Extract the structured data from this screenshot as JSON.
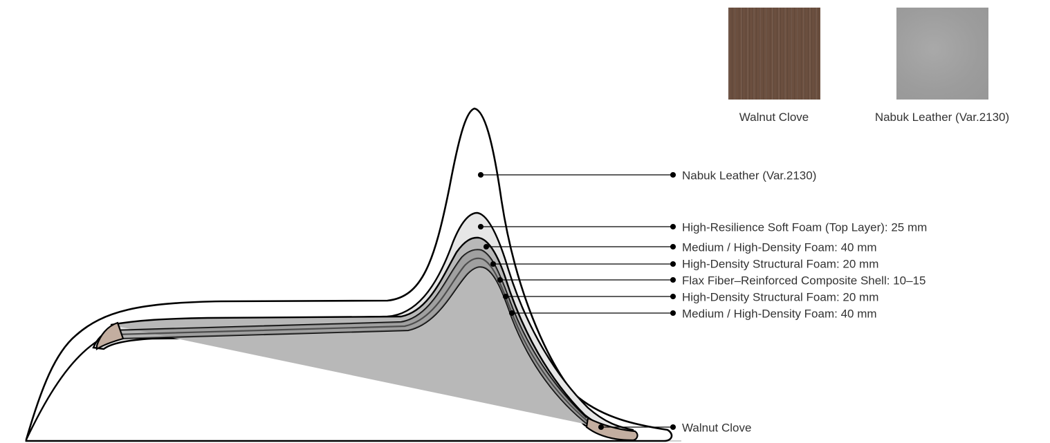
{
  "swatches": [
    {
      "name": "Walnut Clove",
      "color": "#6b4f3f"
    },
    {
      "name": "Nabuk Leather (Var.2130)",
      "color": "#9d9d9d"
    }
  ],
  "callouts": [
    "Nabuk Leather (Var.2130)",
    "High-Resilience Soft Foam (Top Layer): 25 mm",
    "Medium / High-Density Foam: 40 mm",
    "High-Density Structural Foam: 20 mm",
    "Flax Fiber–Reinforced Composite Shell: 10–15",
    "High-Density Structural Foam: 20 mm",
    "Medium / High-Density Foam: 40 mm",
    "Walnut Clove"
  ],
  "colors": {
    "outline": "#000000",
    "layer_light": "#e6e6e6",
    "layer_mid": "#b8b8b8",
    "layer_dark": "#8c8c8c",
    "shell": "#6e6e6e",
    "wood": "#c3aea0"
  }
}
